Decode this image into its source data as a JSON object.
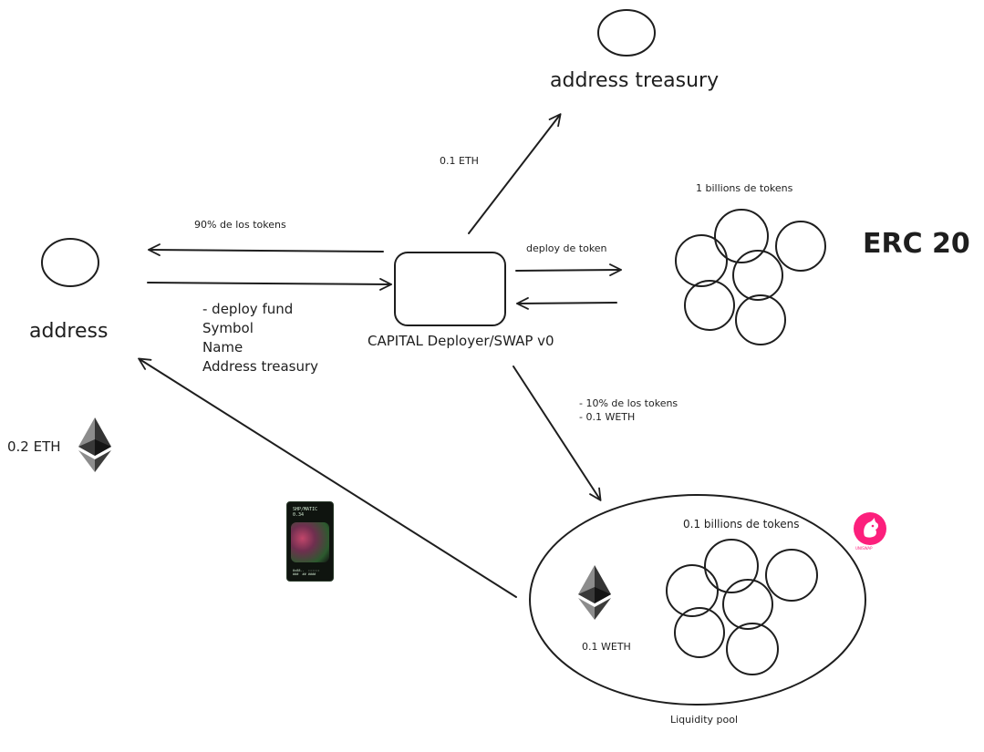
{
  "nodes": {
    "address_label": "address",
    "treasury_label": "address treasury",
    "deployer_label": "CAPITAL Deployer/SWAP v0",
    "erc20_label": "ERC 20",
    "tokens_label": "1 billions de tokens",
    "pool_tokens_label": "0.1 billions de tokens",
    "pool_weth_label": "0.1 WETH",
    "pool_label": "Liquidity pool",
    "address_eth_label": "0.2 ETH",
    "uniswap_text": "UNISWAP"
  },
  "edges": {
    "to_address_label": "90% de los tokens",
    "deploy_params_label": "- deploy fund\nSymbol\nName\nAddress treasury",
    "to_treasury_label": "0.1 ETH",
    "deploy_token_label": "deploy de token",
    "to_pool_label": "- 10% de los tokens\n- 0.1 WETH"
  },
  "nft_card": {
    "title": "SHP/MATIC\n0.34",
    "footer": "0x88..  ::::::\n###  ## ####"
  },
  "colors": {
    "stroke": "#1e1e1e",
    "uniswap": "#fc1f7c",
    "eth_dark": "#343434",
    "eth_light": "#8c8c8c"
  }
}
